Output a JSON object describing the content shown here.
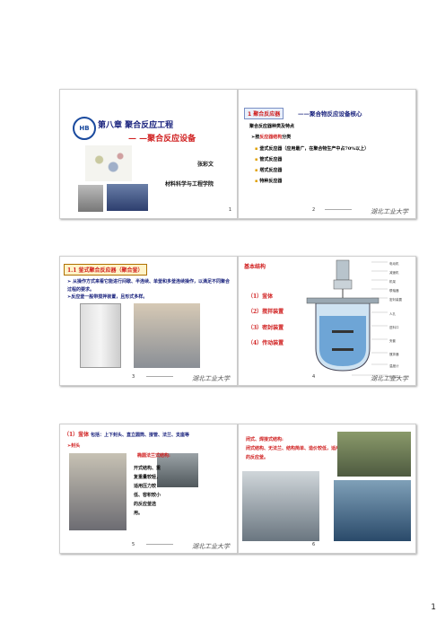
{
  "slide1": {
    "chapter": "第八章  聚合反应工程",
    "subtitle": "— —聚合反应设备",
    "author": "张彩文",
    "school": "材料科学与工程学院",
    "page": "1"
  },
  "slide2": {
    "tag": "1 聚合反应器",
    "heading": "——聚合物反应设备核心",
    "intro": "聚合反应器种类及特点",
    "classify_prefix": "按",
    "classify_red": "反应器结构",
    "classify_suffix": "分类",
    "items": [
      "釜式反应器（应用最广，在聚合物生产中占70%以上）",
      "管式反应器",
      "塔式反应器",
      "特种反应器"
    ],
    "page": "2"
  },
  "slide3": {
    "tag": "1.1  釜式聚合反应器（聚合釜）",
    "p1": "从操作方式来看它能进行间歇、半连续、单釜和多釜连续操作，以满足不同聚合过程的要求。",
    "p2": "反应釜一般带搅拌装置，且形式多样。",
    "page": "3"
  },
  "slide4": {
    "title": "基本结构",
    "parts": [
      "（1）釜体",
      "（2）搅拌装置",
      "（3）密封装置",
      "（4）传动装置"
    ],
    "labels": [
      "电动机",
      "减速机",
      "机架",
      "联轴器",
      "密封装置",
      "人孔",
      "进料口",
      "夹套",
      "搅拌器",
      "温度计",
      "出料口"
    ],
    "page": "4"
  },
  "slide5": {
    "heading_red": "（1）釜体",
    "heading_rest": "包括：上下封头、直立圆筒、接管、法兰、支座等",
    "sub": "封头",
    "red_title": "椭圆法兰式结构:",
    "desc": "开式结构、重复重量较轻，适用压力较低、容积较小的反应釜选用。",
    "page": "5"
  },
  "slide6": {
    "heading": "闭式、焊接式结构:",
    "desc": "闭式结构、无法兰、结构简单、造价较低，适用容积大的反应釜。",
    "page": "6"
  },
  "footer_school": "湖北工业大学",
  "page_number": "1",
  "colors": {
    "accent_red": "#d02020",
    "gold": "#e0a000",
    "navy": "#1a237e"
  }
}
